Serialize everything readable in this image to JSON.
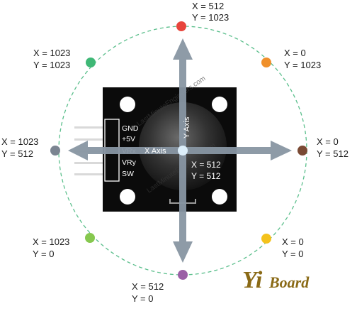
{
  "colors": {
    "circle": "#5bbf8c",
    "board": "#0b0b0b",
    "arrow": "#8896a3",
    "top": "#e8453c",
    "top_right": "#f0902a",
    "right": "#7a4a34",
    "bottom_right": "#f4c21c",
    "bottom": "#9b5fa6",
    "bottom_left": "#86c84f",
    "left": "#7b8491",
    "top_left": "#3fb876",
    "center": "#dceefa",
    "logo": "#8a6a16"
  },
  "positions": [
    {
      "id": "top",
      "x_label": "X = 512",
      "y_label": "Y = 1023"
    },
    {
      "id": "top_right",
      "x_label": "X = 0",
      "y_label": "Y = 1023"
    },
    {
      "id": "right",
      "x_label": "X = 0",
      "y_label": "Y = 512"
    },
    {
      "id": "bottom_right",
      "x_label": "X = 0",
      "y_label": "Y = 0"
    },
    {
      "id": "bottom",
      "x_label": "X = 512",
      "y_label": "Y = 0"
    },
    {
      "id": "bottom_left",
      "x_label": "X = 1023",
      "y_label": "Y = 0"
    },
    {
      "id": "left",
      "x_label": "X = 1023",
      "y_label": "Y = 512"
    },
    {
      "id": "top_left",
      "x_label": "X = 1023",
      "y_label": "Y = 1023"
    }
  ],
  "center": {
    "x_label": "X = 512",
    "y_label": "Y = 512"
  },
  "axes": {
    "x": "X Axis",
    "y": "Y Axis"
  },
  "pins": [
    "GND",
    "+5V",
    "VRx",
    "VRy",
    "SW"
  ],
  "watermark": "LastMinuteEngineers.com",
  "logo": {
    "part1": "Yi",
    "part2": "Board"
  }
}
